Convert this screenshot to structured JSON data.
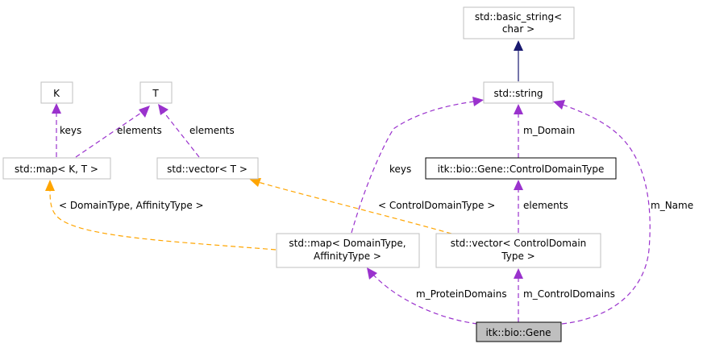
{
  "nodes": {
    "basic_string": [
      "std::basic_string<",
      "char >"
    ],
    "string": [
      "std::string"
    ],
    "k": [
      "K"
    ],
    "t": [
      "T"
    ],
    "map_kt": [
      "std::map< K, T >"
    ],
    "vector_t": [
      "std::vector< T >"
    ],
    "control_domain_type": [
      "itk::bio::Gene::ControlDomainType"
    ],
    "map_domain": [
      "std::map< DomainType,",
      "AffinityType >"
    ],
    "vector_control": [
      "std::vector< ControlDomain",
      "Type >"
    ],
    "gene": [
      "itk::bio::Gene"
    ]
  },
  "edges": {
    "keys_k": "keys",
    "elements_t_map": "elements",
    "elements_t_vector": "elements",
    "m_domain": "m_Domain",
    "keys_string": "keys",
    "map_template": "< DomainType, AffinityType >",
    "vector_template": "< ControlDomainType >",
    "elements_cdt": "elements",
    "m_name": "m_Name",
    "m_protein_domains": "m_ProteinDomains",
    "m_control_domains": "m_ControlDomains"
  },
  "colors": {
    "usage_edge": "#9a32cd",
    "template_edge": "#ffa500",
    "inherit_edge": "#191970",
    "focus_fill": "#bfbfbf"
  }
}
